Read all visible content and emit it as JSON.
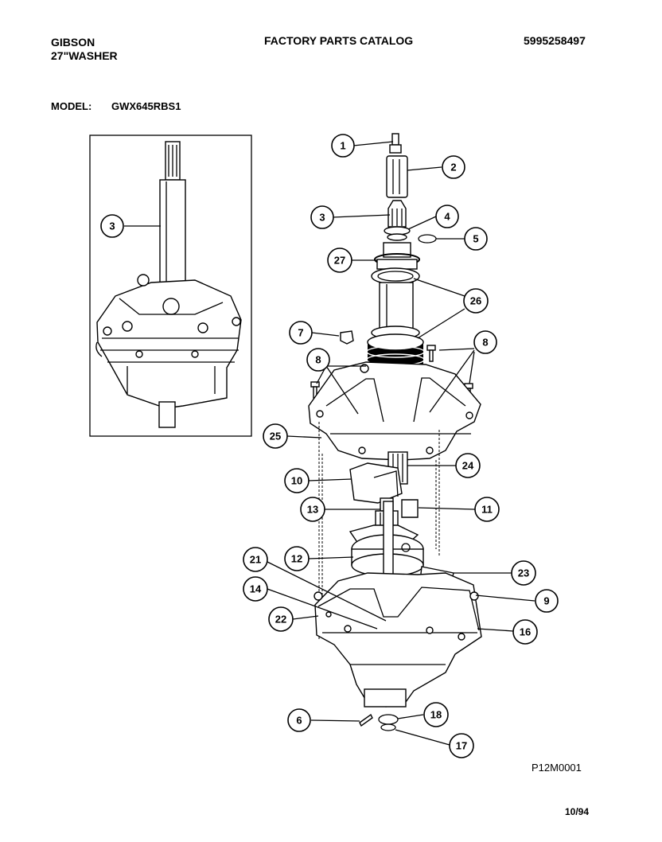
{
  "header": {
    "brand": "GIBSON",
    "product": "27\"WASHER",
    "catalog_title": "FACTORY PARTS CATALOG",
    "part_number": "5995258497"
  },
  "model": {
    "label": "MODEL:",
    "value": "GWX645RBS1"
  },
  "callouts": [
    "1",
    "2",
    "3",
    "4",
    "5",
    "27",
    "26",
    "7",
    "8",
    "8",
    "25",
    "24",
    "10",
    "13",
    "11",
    "12",
    "21",
    "23",
    "14",
    "9",
    "22",
    "16",
    "6",
    "18",
    "17",
    "3"
  ],
  "footer": {
    "diagram_code": "P12M0001",
    "revision_date": "10/94"
  }
}
